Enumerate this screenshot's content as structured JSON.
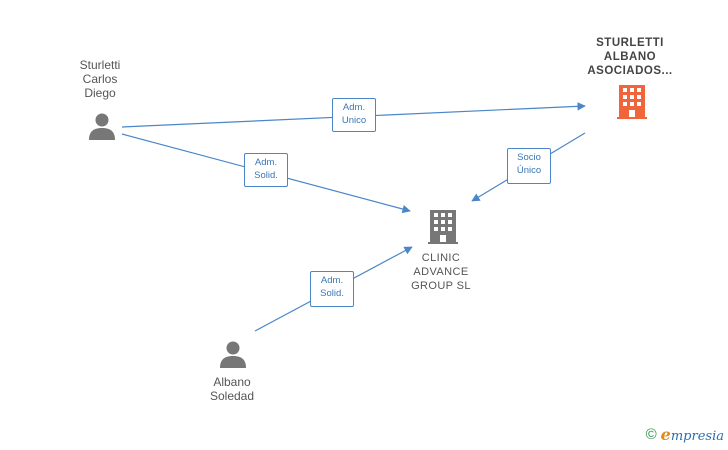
{
  "nodes": {
    "sturletti_carlos": {
      "label": "Sturletti\nCarlos\nDiego",
      "type": "person"
    },
    "sturletti_albano": {
      "label": "STURLETTI\nALBANO\nASOCIADOS...",
      "type": "company-main"
    },
    "clinic": {
      "label": "CLINIC\nADVANCE\nGROUP  SL",
      "type": "company"
    },
    "albano_soledad": {
      "label": "Albano\nSoledad",
      "type": "person"
    }
  },
  "edges": {
    "adm_unico": {
      "label": "Adm.\nUnico"
    },
    "adm_solid_1": {
      "label": "Adm.\nSolid."
    },
    "socio_unico": {
      "label": "Socio\nÚnico"
    },
    "adm_solid_2": {
      "label": "Adm.\nSolid."
    }
  },
  "colors": {
    "edge": "#4a86c8",
    "person_icon": "#777777",
    "company_icon": "#777777",
    "main_company_icon": "#f0663a"
  },
  "footer": {
    "copyright": "©",
    "brand_first": "e",
    "brand_rest": "mpresia"
  }
}
